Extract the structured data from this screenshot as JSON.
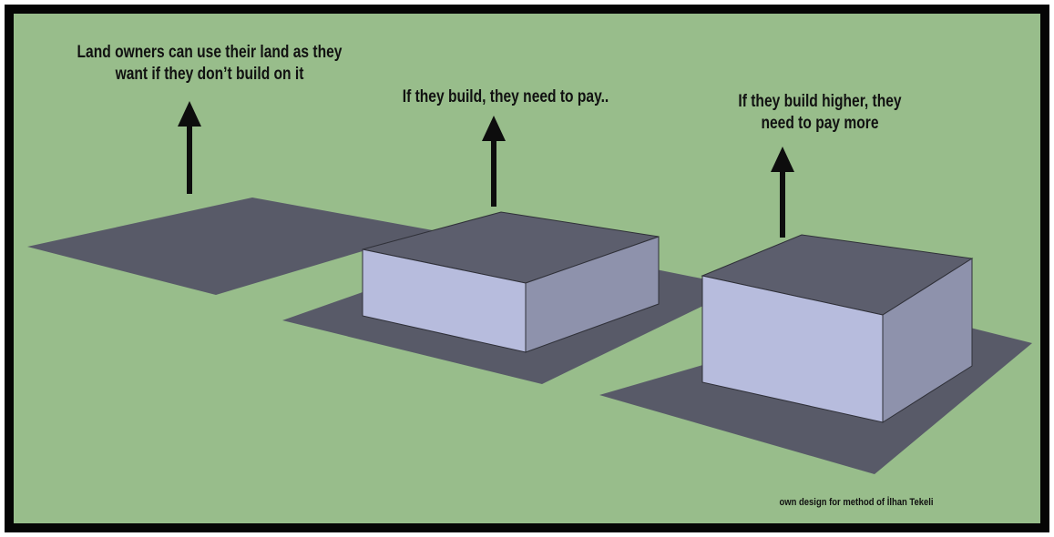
{
  "captions": {
    "left": [
      "Land owners can use their land as they",
      "want if they don’t build on it"
    ],
    "middle": [
      "If they build, they need to pay.."
    ],
    "right": [
      "If they build higher, they",
      "need to pay more"
    ]
  },
  "credit": "own design for method of İlhan Tekeli",
  "colors": {
    "background": "#98bd8b",
    "frame": "#050505",
    "land_plot": "#585a68",
    "building_top": "#5c5e6d",
    "building_front": "#b7bcdd",
    "building_side": "#8e92ac",
    "arrow": "#0d0d0d",
    "text": "#111111"
  }
}
